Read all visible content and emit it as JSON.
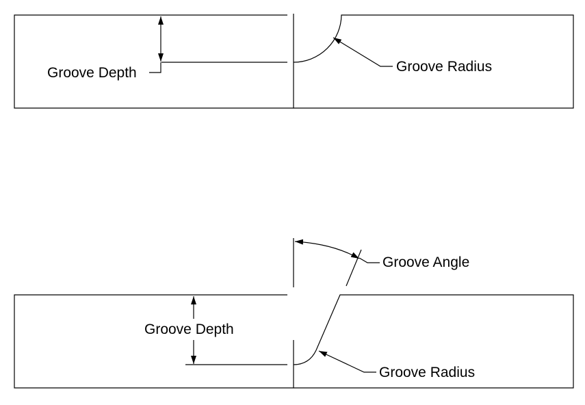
{
  "diagram_top": {
    "depth_label": "Groove Depth",
    "radius_label": "Groove Radius"
  },
  "diagram_bottom": {
    "depth_label": "Groove Depth",
    "angle_label": "Groove Angle",
    "radius_label": "Groove Radius"
  },
  "colors": {
    "line": "#000000",
    "background": "#ffffff"
  }
}
